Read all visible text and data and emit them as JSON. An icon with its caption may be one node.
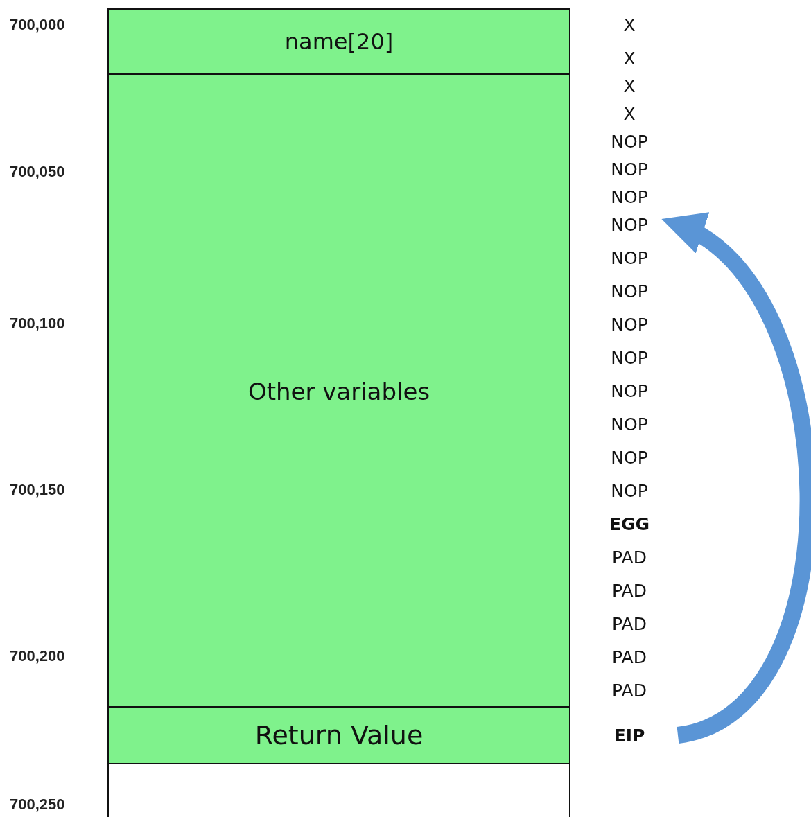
{
  "diagram": {
    "nodes": [
      {
        "text": [
          "name[20]"
        ]
      },
      {
        "text": [
          "Other variables"
        ]
      },
      {
        "text": [
          "Return Value"
        ]
      },
      {
        "text": [],
        "shape": "box"
      },
      {
        "text": [
          "EIP"
        ]
      },
      {
        "text": [
          "NOP"
        ]
      }
    ],
    "edges": [
      {
        "from": 4,
        "to": 5,
        "arrow": "to"
      }
    ],
    "labels": [
      "700,000",
      "700,050",
      "700,100",
      "700,150",
      "700,200",
      "700,250",
      "X",
      "X",
      "X",
      "X",
      "NOP",
      "NOP",
      "NOP",
      "NOP",
      "NOP",
      "NOP",
      "NOP",
      "NOP",
      "NOP",
      "NOP",
      "NOP",
      "EGG",
      "PAD",
      "PAD",
      "PAD",
      "PAD",
      "PAD"
    ]
  }
}
